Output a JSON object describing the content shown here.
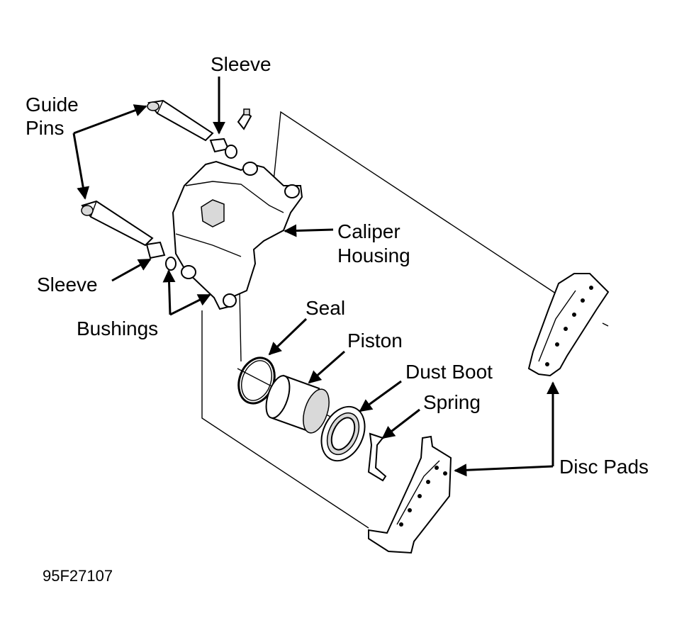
{
  "labels": {
    "sleeve_top": "Sleeve",
    "guide_pins_1": "Guide",
    "guide_pins_2": "Pins",
    "caliper_housing_1": "Caliper",
    "caliper_housing_2": "Housing",
    "sleeve_left": "Sleeve",
    "bushings": "Bushings",
    "seal": "Seal",
    "piston": "Piston",
    "dust_boot": "Dust Boot",
    "spring": "Spring",
    "disc_pads": "Disc Pads"
  },
  "figure_id": "95F27107"
}
